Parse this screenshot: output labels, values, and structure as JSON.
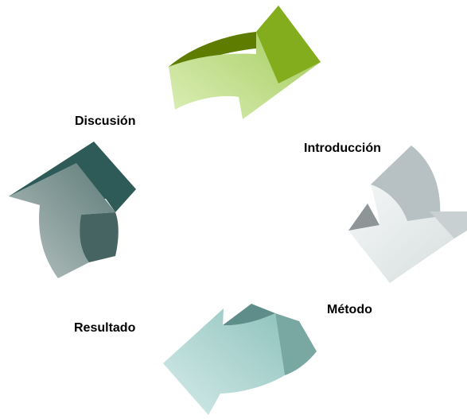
{
  "cycle": {
    "steps": [
      {
        "label": "Discusión",
        "color_light": "#cfe6a6",
        "color_dark": "#6f8c00"
      },
      {
        "label": "Introducción",
        "color_light": "#eef2f2",
        "color_dark": "#a9b2b4"
      },
      {
        "label": "Método",
        "color_light": "#b9ddd9",
        "color_dark": "#6f9894"
      },
      {
        "label": "Resultado",
        "color_light": "#b8c6c2",
        "color_dark": "#2f5d5a"
      }
    ]
  }
}
